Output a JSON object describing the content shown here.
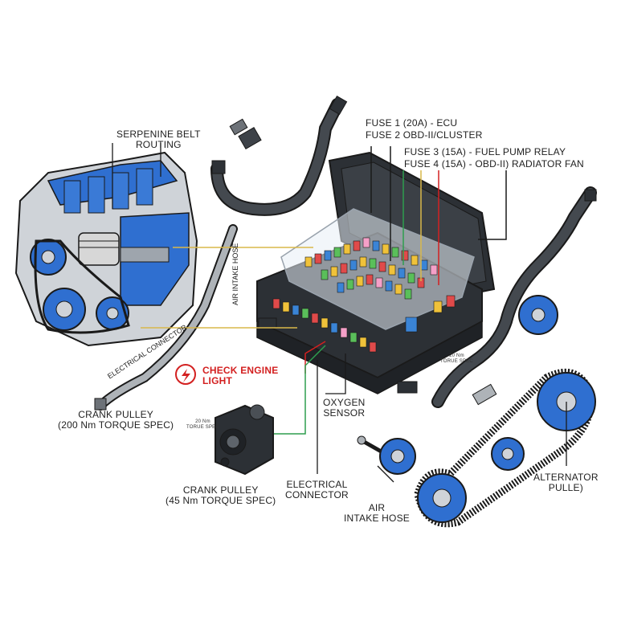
{
  "labels": {
    "serpentine": [
      "SERPENINE BELT",
      "ROUTING"
    ],
    "fuse1": "FUSE 1  (20A) - ECU",
    "fuse2": "FUSE 2  OBD-II/CLUSTER",
    "fuse3": "FUSE 3 (15A) - FUEL PUMP RELAY",
    "fuse4": "FUSE 4 (15A) - OBD-II)  RADIATOR FAN",
    "check_engine": [
      "CHECK ENGINE",
      "LIGHT"
    ],
    "crank_left": [
      "CRANK PULLEY",
      "(200 Nm TORQUE SPEC)"
    ],
    "crank_mid": [
      "CRANK PULLEY",
      "(45 Nm TORQUE SPEC)"
    ],
    "oxygen": [
      "OXYGEN",
      "SENSOR"
    ],
    "electrical": [
      "ELECTRICAL",
      "CONNECTOR"
    ],
    "air_intake": [
      "AIR",
      "INTAKE HOSE"
    ],
    "alternator": [
      "ALTERNATOR",
      "PULLE)"
    ],
    "torque_small_a": [
      "20 Nm",
      "TORUE SPEC"
    ],
    "torque_small_b": [
      "20 Nm",
      "TORUE SPEC"
    ],
    "hose_vertical": "AIR INTAKE HOSE",
    "cable_text": "ELECTRICAL CONNECTOR"
  },
  "colors": {
    "engine_blue": "#2f6fd0",
    "outline": "#1a1a1a",
    "callout_yellow": "#d9b84a",
    "callout_green": "#2e9e4f",
    "warning_red": "#d32020"
  }
}
